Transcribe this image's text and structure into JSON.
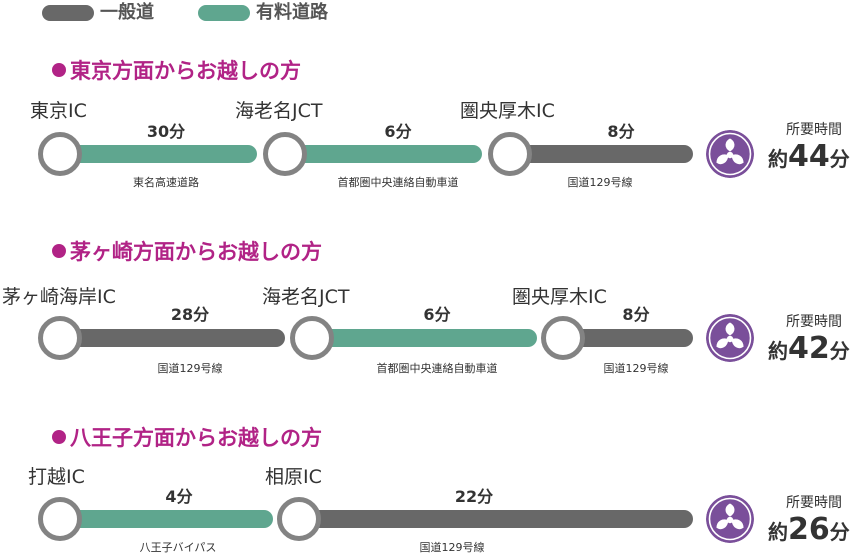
{
  "colors": {
    "general_road": "#686868",
    "toll_road": "#5fa68f",
    "accent": "#b12386",
    "crest": "#7a4f9a",
    "node_ring": "#838383"
  },
  "legend": {
    "general_label": "一般道",
    "toll_label": "有料道路"
  },
  "routes": [
    {
      "title": "東京方面からお越しの方",
      "total_head": "所要時間",
      "total_prefix": "約",
      "total_value": "44",
      "total_suffix": "分",
      "stops": [
        "東京IC",
        "海老名JCT",
        "圏央厚木IC"
      ],
      "segments": [
        {
          "minutes": "30分",
          "road": "東名高速道路",
          "type": "toll"
        },
        {
          "minutes": "6分",
          "road": "首都圏中央連絡自動車道",
          "type": "toll"
        },
        {
          "minutes": "8分",
          "road": "国道129号線",
          "type": "general"
        }
      ]
    },
    {
      "title": "茅ヶ崎方面からお越しの方",
      "total_head": "所要時間",
      "total_prefix": "約",
      "total_value": "42",
      "total_suffix": "分",
      "stops": [
        "茅ヶ崎海岸IC",
        "海老名JCT",
        "圏央厚木IC"
      ],
      "segments": [
        {
          "minutes": "28分",
          "road": "国道129号線",
          "type": "general"
        },
        {
          "minutes": "6分",
          "road": "首都圏中央連絡自動車道",
          "type": "toll"
        },
        {
          "minutes": "8分",
          "road": "国道129号線",
          "type": "general"
        }
      ]
    },
    {
      "title": "八王子方面からお越しの方",
      "total_head": "所要時間",
      "total_prefix": "約",
      "total_value": "26",
      "total_suffix": "分",
      "stops": [
        "打越IC",
        "相原IC"
      ],
      "segments": [
        {
          "minutes": "4分",
          "road": "八王子バイパス",
          "type": "toll"
        },
        {
          "minutes": "22分",
          "road": "国道129号線",
          "type": "general"
        }
      ]
    }
  ]
}
